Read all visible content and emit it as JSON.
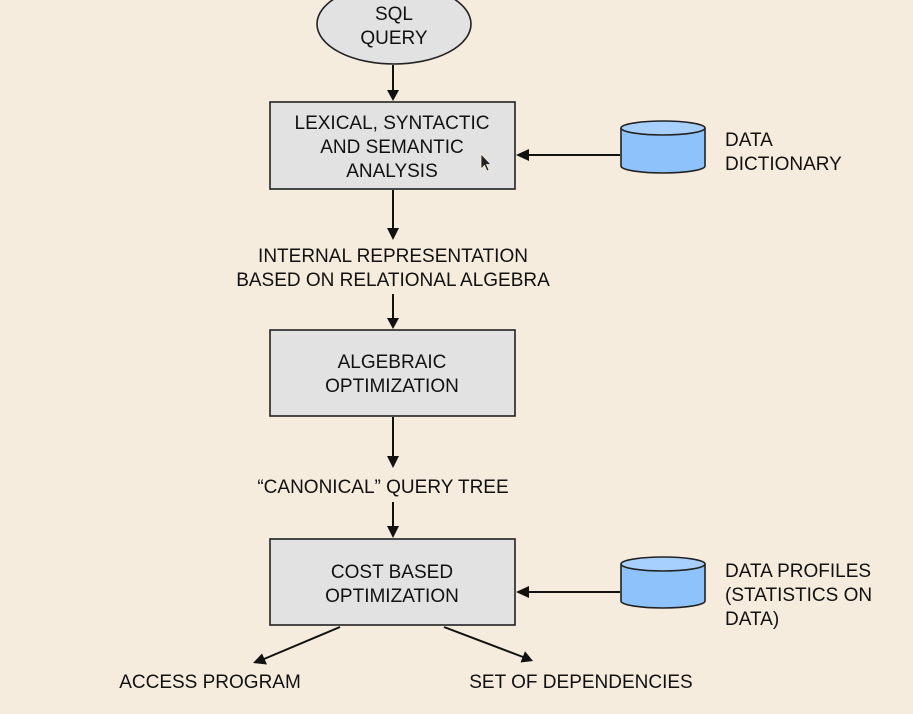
{
  "nodes": {
    "sql_query": [
      "SQL",
      "QUERY"
    ],
    "lexical": [
      "LEXICAL, SYNTACTIC",
      "AND SEMANTIC",
      "ANALYSIS"
    ],
    "internal_rep": [
      "INTERNAL REPRESENTATION",
      "BASED ON RELATIONAL ALGEBRA"
    ],
    "algebraic": [
      "ALGEBRAIC",
      "OPTIMIZATION"
    ],
    "canonical": [
      "“CANONICAL” QUERY TREE"
    ],
    "cost_based": [
      "COST BASED",
      "OPTIMIZATION"
    ],
    "access_program": [
      "ACCESS PROGRAM"
    ],
    "dependencies": [
      "SET OF DEPENDENCIES"
    ],
    "data_dictionary": [
      "DATA",
      "DICTIONARY"
    ],
    "data_profiles": [
      "DATA PROFILES",
      "(STATISTICS ON",
      "DATA)"
    ]
  },
  "colors": {
    "background": "#f6ecdd",
    "process_box": "#e2e2e2",
    "database": "#8ec2fb"
  }
}
